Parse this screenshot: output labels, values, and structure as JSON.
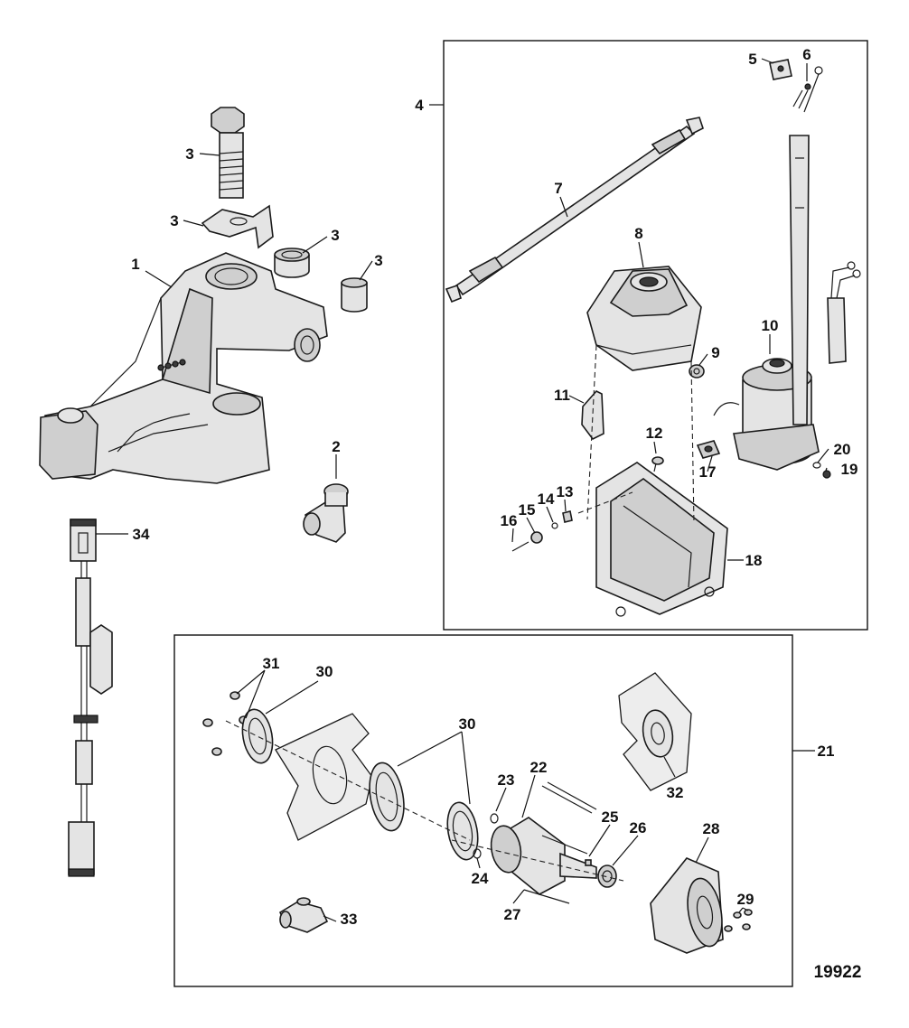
{
  "figure_id": "19922",
  "callouts": {
    "c1": "1",
    "c2": "2",
    "c3a": "3",
    "c3b": "3",
    "c3c": "3",
    "c3d": "3",
    "c4": "4",
    "c5": "5",
    "c6": "6",
    "c7": "7",
    "c8": "8",
    "c9": "9",
    "c10": "10",
    "c11": "11",
    "c12": "12",
    "c13": "13",
    "c14": "14",
    "c15": "15",
    "c16": "16",
    "c17": "17",
    "c18": "18",
    "c19": "19",
    "c20": "20",
    "c21": "21",
    "c22": "22",
    "c23": "23",
    "c24": "24",
    "c25": "25",
    "c26": "26",
    "c27": "27",
    "c28": "28",
    "c29": "29",
    "c30a": "30",
    "c30b": "30",
    "c31": "31",
    "c32": "32",
    "c33": "33",
    "c34": "34"
  },
  "colors": {
    "line": "#111111",
    "part_fill": "#e4e4e4",
    "part_shade": "#cfcfcf",
    "background": "#ffffff"
  }
}
